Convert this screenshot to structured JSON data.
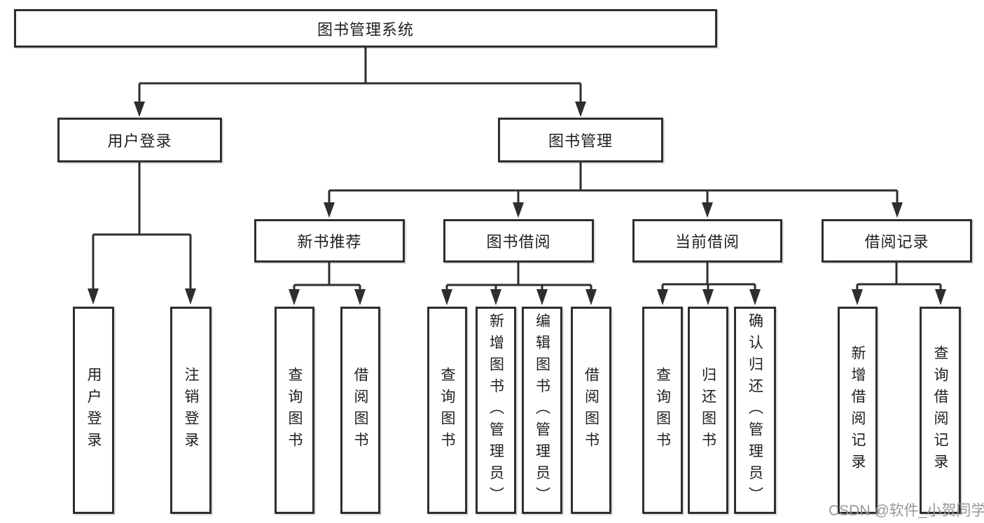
{
  "tree": {
    "root": {
      "label": "图书管理系统"
    },
    "branches": [
      {
        "label": "用户登录",
        "children": [
          {
            "label": "用户登录"
          },
          {
            "label": "注销登录"
          }
        ]
      },
      {
        "label": "图书管理",
        "children": [
          {
            "label": "新书推荐",
            "children": [
              {
                "label": "查询图书"
              },
              {
                "label": "借阅图书"
              }
            ]
          },
          {
            "label": "图书借阅",
            "children": [
              {
                "label": "查询图书"
              },
              {
                "label": "新增图书（管理员）"
              },
              {
                "label": "编辑图书（管理员）"
              },
              {
                "label": "借阅图书"
              }
            ]
          },
          {
            "label": "当前借阅",
            "children": [
              {
                "label": "查询图书"
              },
              {
                "label": "归还图书"
              },
              {
                "label": "确认归还（管理员）"
              }
            ]
          },
          {
            "label": "借阅记录",
            "children": [
              {
                "label": "新增借阅记录"
              },
              {
                "label": "查询借阅记录"
              }
            ]
          }
        ]
      }
    ]
  },
  "watermark": {
    "text": "CSDN @软件_小贺同学"
  },
  "colors": {
    "border": "#2e2e2e",
    "line": "#2e2e2e",
    "text": "#1f1f1f",
    "background": "#ffffff",
    "watermark": "#9b9595"
  }
}
